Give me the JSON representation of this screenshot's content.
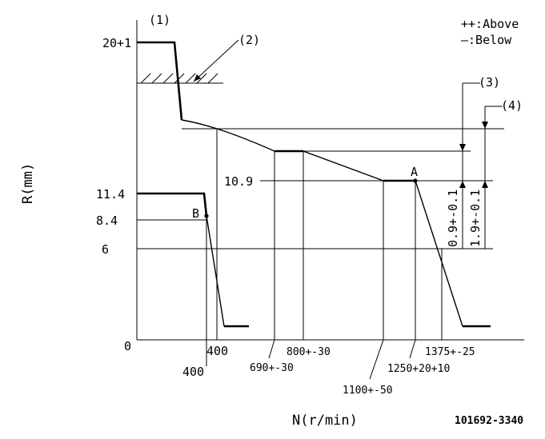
{
  "legend": {
    "above": "++:Above",
    "below": "—:Below"
  },
  "callouts": {
    "c1": "(1)",
    "c2": "(2)",
    "c3": "(3)",
    "c4": "(4)"
  },
  "points": {
    "a": "A",
    "b": "B"
  },
  "axes": {
    "y_title": "R(mm)",
    "x_title": "N(r/min)",
    "origin": "0"
  },
  "y_labels": {
    "top": "20+1",
    "mid": "11.4",
    "low": "8.4",
    "six": "6",
    "inner": "10.9"
  },
  "x_labels": {
    "n400a": "400",
    "n400b": "400",
    "n690": "690+-30",
    "n800": "800+-30",
    "n1100": "1100+-50",
    "n1250": "1250+20+10",
    "n1375": "1375+-25"
  },
  "dims": {
    "d3": "0.9+-0.1",
    "d4": "1.9+-0.1"
  },
  "drawing_code": "101692-3340"
}
